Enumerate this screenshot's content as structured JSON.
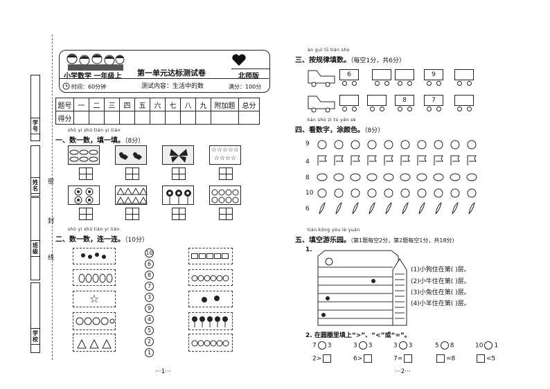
{
  "binding_strip": {
    "labels": [
      "学号",
      "姓名",
      "班级",
      "学校"
    ],
    "bind_chars": [
      "密",
      "封",
      "线"
    ]
  },
  "header": {
    "subject": "小学数学 一年级上",
    "title": "第一单元达标测试卷",
    "edition": "北师版",
    "time": "时间：60分钟",
    "content": "测试内容：生活中的数",
    "full_score": "满分：100分"
  },
  "score_table": {
    "row1": [
      "题号",
      "一",
      "二",
      "三",
      "四",
      "五",
      "六",
      "七",
      "八",
      "九",
      "附加题",
      "总分"
    ],
    "row2_label": "得分"
  },
  "section1": {
    "pinyin": "shǔ yi shǔ   tián yi tián",
    "title": "一、数一数，填一填。",
    "points": "（8分）"
  },
  "section2": {
    "pinyin": "shǔ yi shǔ   lián yi lián",
    "title": "二、数一数，连一连。",
    "points": "（10分）",
    "numbers": [
      "10",
      "6",
      "8",
      "7",
      "3",
      "9",
      "4",
      "5",
      "2",
      "1"
    ]
  },
  "section3": {
    "pinyin": "àn guī lǜ tián shù",
    "title": "三、按规律填数。",
    "points": "（每空1分，共6分）",
    "row1": [
      "",
      "6",
      "",
      "",
      "9",
      ""
    ],
    "row2": [
      "",
      "",
      "8",
      "7",
      ""
    ]
  },
  "section4": {
    "pinyin": "kàn shù zì   tú yán sè",
    "title": "四、看数字，涂颜色。",
    "points": "（8分）",
    "rows": [
      "9",
      "4",
      "8",
      "10",
      "6"
    ]
  },
  "section5": {
    "pinyin": "tián kōng yóu lè yuán",
    "title": "五、填空游乐园。",
    "points": "（第1题每空2分，第2题每空1分，共18分）",
    "q1_label": "1.",
    "q1_items": [
      "(1)小狗住在第(     )层。",
      "(2)小牛住在第(     )层。",
      "(3)小兔住在第(     )层。",
      "(4)小羊住在第(     )层。"
    ],
    "q2_label": "2. 在圆圈里填上“>”、“<”或“=”。",
    "q2_row1": [
      [
        "7",
        "3"
      ],
      [
        "3",
        "3"
      ],
      [
        "3",
        "3"
      ],
      [
        "5",
        "8"
      ],
      [
        "10",
        "1"
      ]
    ],
    "q2_row2": [
      "2>",
      "6>",
      "7=",
      "=8",
      "<5"
    ]
  },
  "footer": {
    "page1": "···1···",
    "page2": "···2···"
  }
}
